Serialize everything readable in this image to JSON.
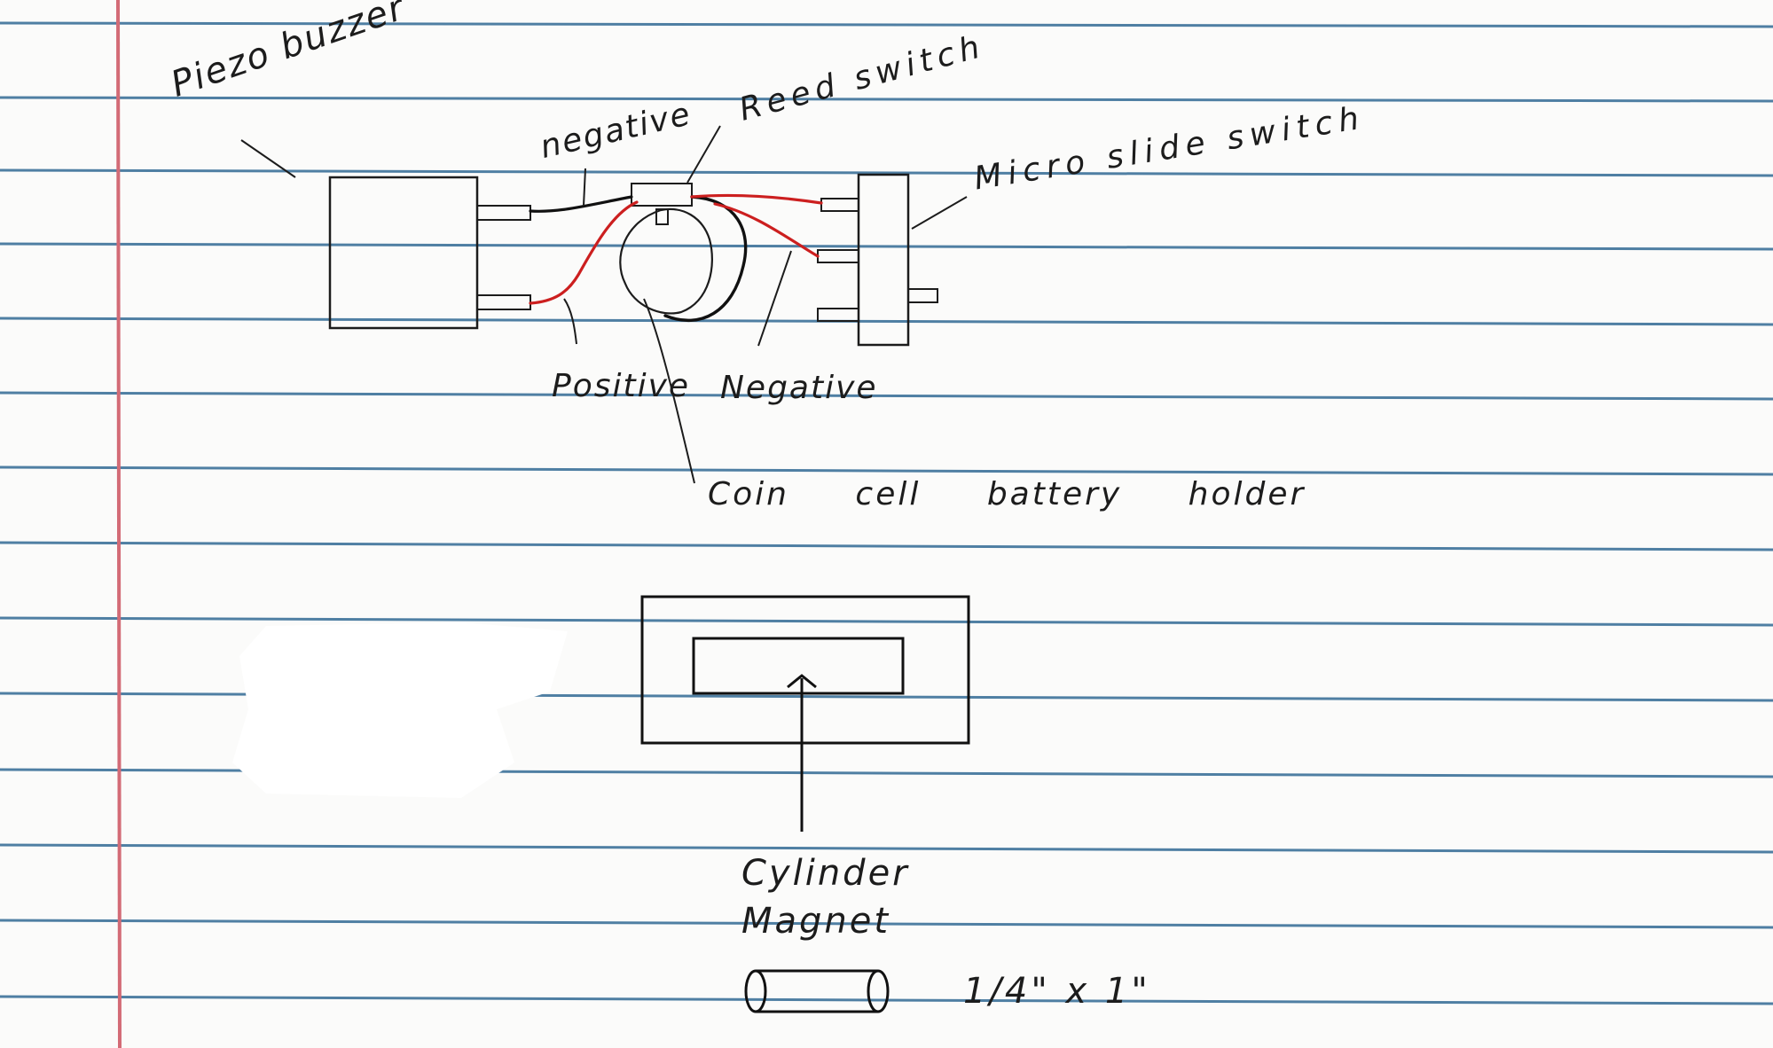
{
  "labels": {
    "piezo_buzzer": "Piezo buzzer",
    "negative_top": "negative",
    "reed_switch": "Reed switch",
    "micro_slide_switch": "Micro slide switch",
    "positive": "Positive",
    "negative_bottom": "Negative",
    "coin_cell_battery_holder": "Coin cell battery holder",
    "cylinder_magnet": "Cylinder Magnet",
    "magnet_size": "1/4\" x 1\""
  },
  "colors": {
    "paper": "#fbfbfa",
    "rule_line": "#4f7fa3",
    "margin_line": "#d36b76",
    "ink": "#1c1c1c",
    "red_wire": "#cc1f1f",
    "black_wire": "#111111"
  }
}
